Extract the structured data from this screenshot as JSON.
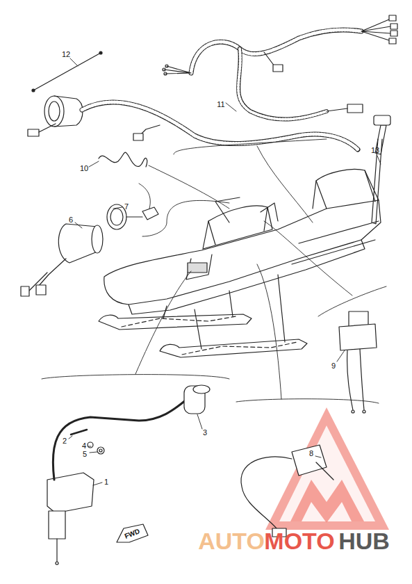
{
  "diagram": {
    "labels": [
      "12",
      "11",
      "13",
      "10",
      "7",
      "6",
      "9",
      "2",
      "4",
      "5",
      "3",
      "1",
      "8",
      "FWD",
      "AUTO",
      "MOTO",
      "HUB"
    ]
  }
}
